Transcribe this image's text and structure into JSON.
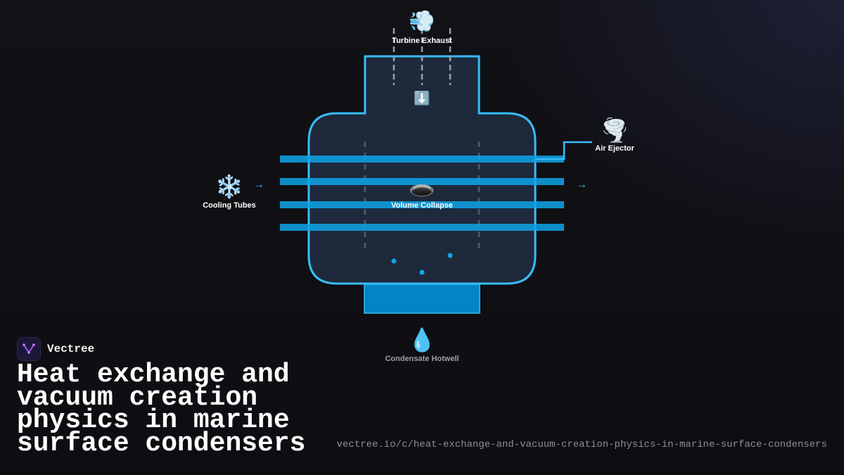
{
  "diagram": {
    "labels": {
      "turbine_exhaust": "Turbine Exhaust",
      "air_ejector": "Air Ejector",
      "cooling_tubes": "Cooling Tubes",
      "volume_collapse": "Volume Collapse",
      "condensate_hotwell": "Condensate Hotwell"
    },
    "icons": {
      "turbine_exhaust": "💨",
      "air_ejector": "🌪️",
      "cooling_tubes": "❄️",
      "down_arrow": "⬇️",
      "volume_collapse": "🕳️",
      "condensate_hotwell": "💧"
    },
    "flow_arrow": "→",
    "colors": {
      "shell_outline": "#38bdf8",
      "shell_fill": "#1e293b",
      "tube": "#0ea5e9",
      "hotwell": "#0284c7",
      "dashed_steam": "#9aa0a8"
    }
  },
  "brand": {
    "name": "Vectree"
  },
  "headline": "Heat exchange and vacuum creation physics in marine surface condensers",
  "footer_url": "vectree.io/c/heat-exchange-and-vacuum-creation-physics-in-marine-surface-condensers"
}
